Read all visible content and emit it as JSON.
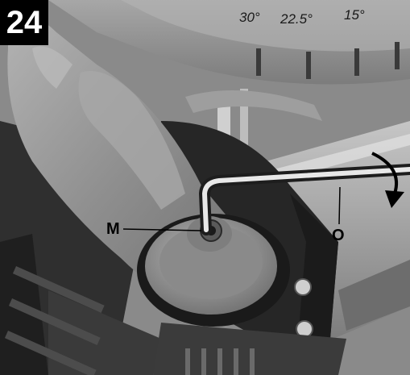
{
  "figure": {
    "step_number": "24",
    "labels": {
      "m": "M",
      "o": "O"
    },
    "scale_marks": [
      "30°",
      "22.5°",
      "15°"
    ],
    "colors": {
      "badge_bg": "#000000",
      "badge_fg": "#ffffff",
      "casting": "#9a9a9a",
      "base": "#2b2b2b"
    },
    "icons": [
      "hex-key-icon",
      "rotation-arrow-icon"
    ]
  }
}
